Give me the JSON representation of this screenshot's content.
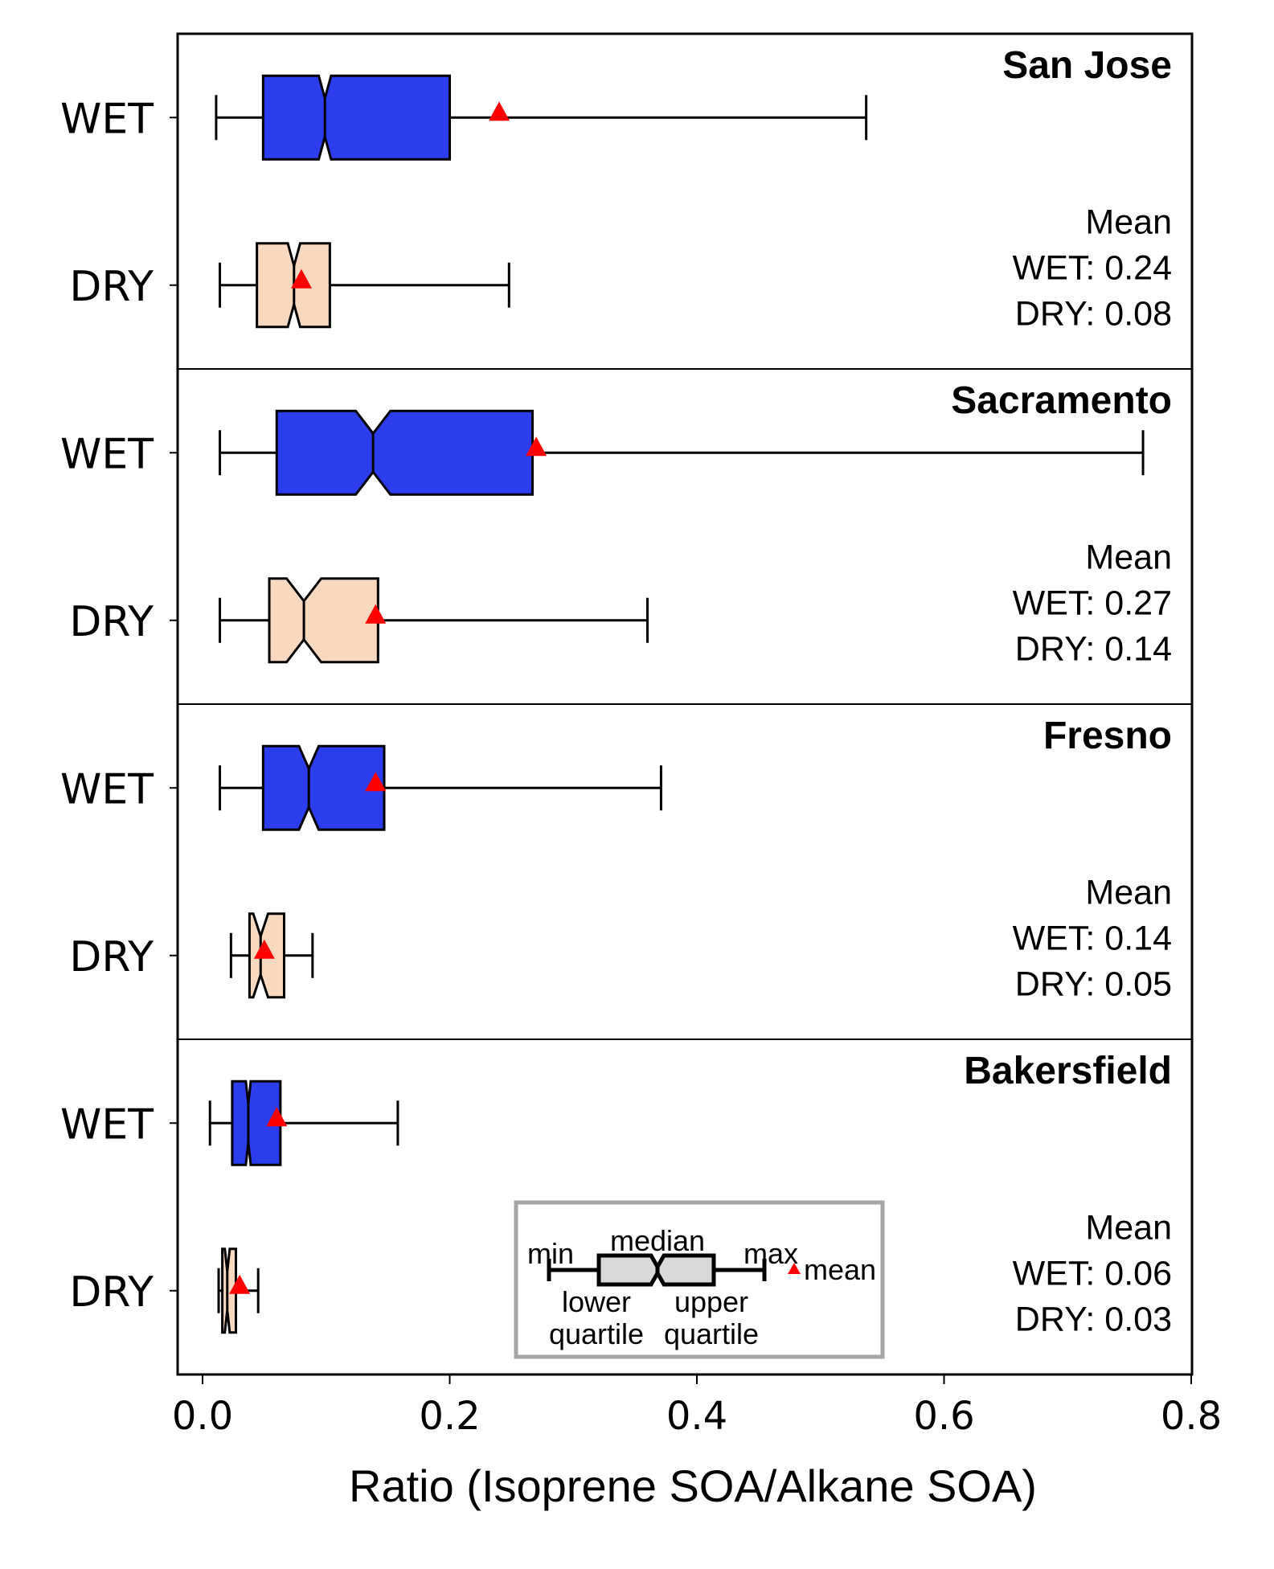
{
  "chart_data": {
    "type": "boxplot",
    "orientation": "horizontal",
    "notched": true,
    "xlabel": "Ratio (Isoprene SOA/Alkane SOA)",
    "xlim": [
      -0.02,
      0.8
    ],
    "xticks": [
      0.0,
      0.2,
      0.4,
      0.6,
      0.8
    ],
    "xtick_labels": [
      "0.0",
      "0.2",
      "0.4",
      "0.6",
      "0.8"
    ],
    "grid": false,
    "colors": {
      "WET": "#2b3ded",
      "DRY": "#f9d8c0",
      "mean_marker": "#ff0000",
      "edge": "#000000"
    },
    "panels": [
      {
        "title": "San Jose",
        "mean_header": "Mean",
        "mean_lines": [
          "WET: 0.24",
          "DRY: 0.08"
        ],
        "boxes": [
          {
            "label": "WET",
            "min": 0.011,
            "q1": 0.049,
            "median": 0.099,
            "q3": 0.2,
            "max": 0.537,
            "mean": 0.24,
            "notch_low": 0.094,
            "notch_high": 0.104
          },
          {
            "label": "DRY",
            "min": 0.014,
            "q1": 0.044,
            "median": 0.074,
            "q3": 0.103,
            "max": 0.248,
            "mean": 0.08,
            "notch_low": 0.069,
            "notch_high": 0.079
          }
        ]
      },
      {
        "title": "Sacramento",
        "mean_header": "Mean",
        "mean_lines": [
          "WET: 0.27",
          "DRY: 0.14"
        ],
        "boxes": [
          {
            "label": "WET",
            "min": 0.014,
            "q1": 0.06,
            "median": 0.138,
            "q3": 0.267,
            "max": 0.761,
            "mean": 0.27,
            "notch_low": 0.124,
            "notch_high": 0.152
          },
          {
            "label": "DRY",
            "min": 0.014,
            "q1": 0.054,
            "median": 0.082,
            "q3": 0.142,
            "max": 0.36,
            "mean": 0.14,
            "notch_low": 0.068,
            "notch_high": 0.096
          }
        ]
      },
      {
        "title": "Fresno",
        "mean_header": "Mean",
        "mean_lines": [
          "WET: 0.14",
          "DRY: 0.05"
        ],
        "boxes": [
          {
            "label": "WET",
            "min": 0.014,
            "q1": 0.049,
            "median": 0.086,
            "q3": 0.147,
            "max": 0.371,
            "mean": 0.14,
            "notch_low": 0.078,
            "notch_high": 0.094
          },
          {
            "label": "DRY",
            "min": 0.023,
            "q1": 0.038,
            "median": 0.047,
            "q3": 0.066,
            "max": 0.089,
            "mean": 0.05,
            "notch_low": 0.041,
            "notch_high": 0.053
          }
        ]
      },
      {
        "title": "Bakersfield",
        "mean_header": "Mean",
        "mean_lines": [
          "WET: 0.06",
          "DRY: 0.03"
        ],
        "boxes": [
          {
            "label": "WET",
            "min": 0.006,
            "q1": 0.024,
            "median": 0.037,
            "q3": 0.063,
            "max": 0.158,
            "mean": 0.06,
            "notch_low": 0.035,
            "notch_high": 0.039
          },
          {
            "label": "DRY",
            "min": 0.013,
            "q1": 0.016,
            "median": 0.02,
            "q3": 0.027,
            "max": 0.045,
            "mean": 0.03,
            "notch_low": 0.018,
            "notch_high": 0.022
          }
        ]
      }
    ],
    "legend": {
      "placement": "bottom-center (inside Bakersfield panel)",
      "labels": {
        "min": "min",
        "median": "median",
        "max": "max",
        "mean": "mean",
        "lower": "lower",
        "lower2": "quartile",
        "upper": "upper",
        "upper2": "quartile"
      },
      "box_fill": "#d9d9d9",
      "border": "#a6a6a6"
    }
  }
}
